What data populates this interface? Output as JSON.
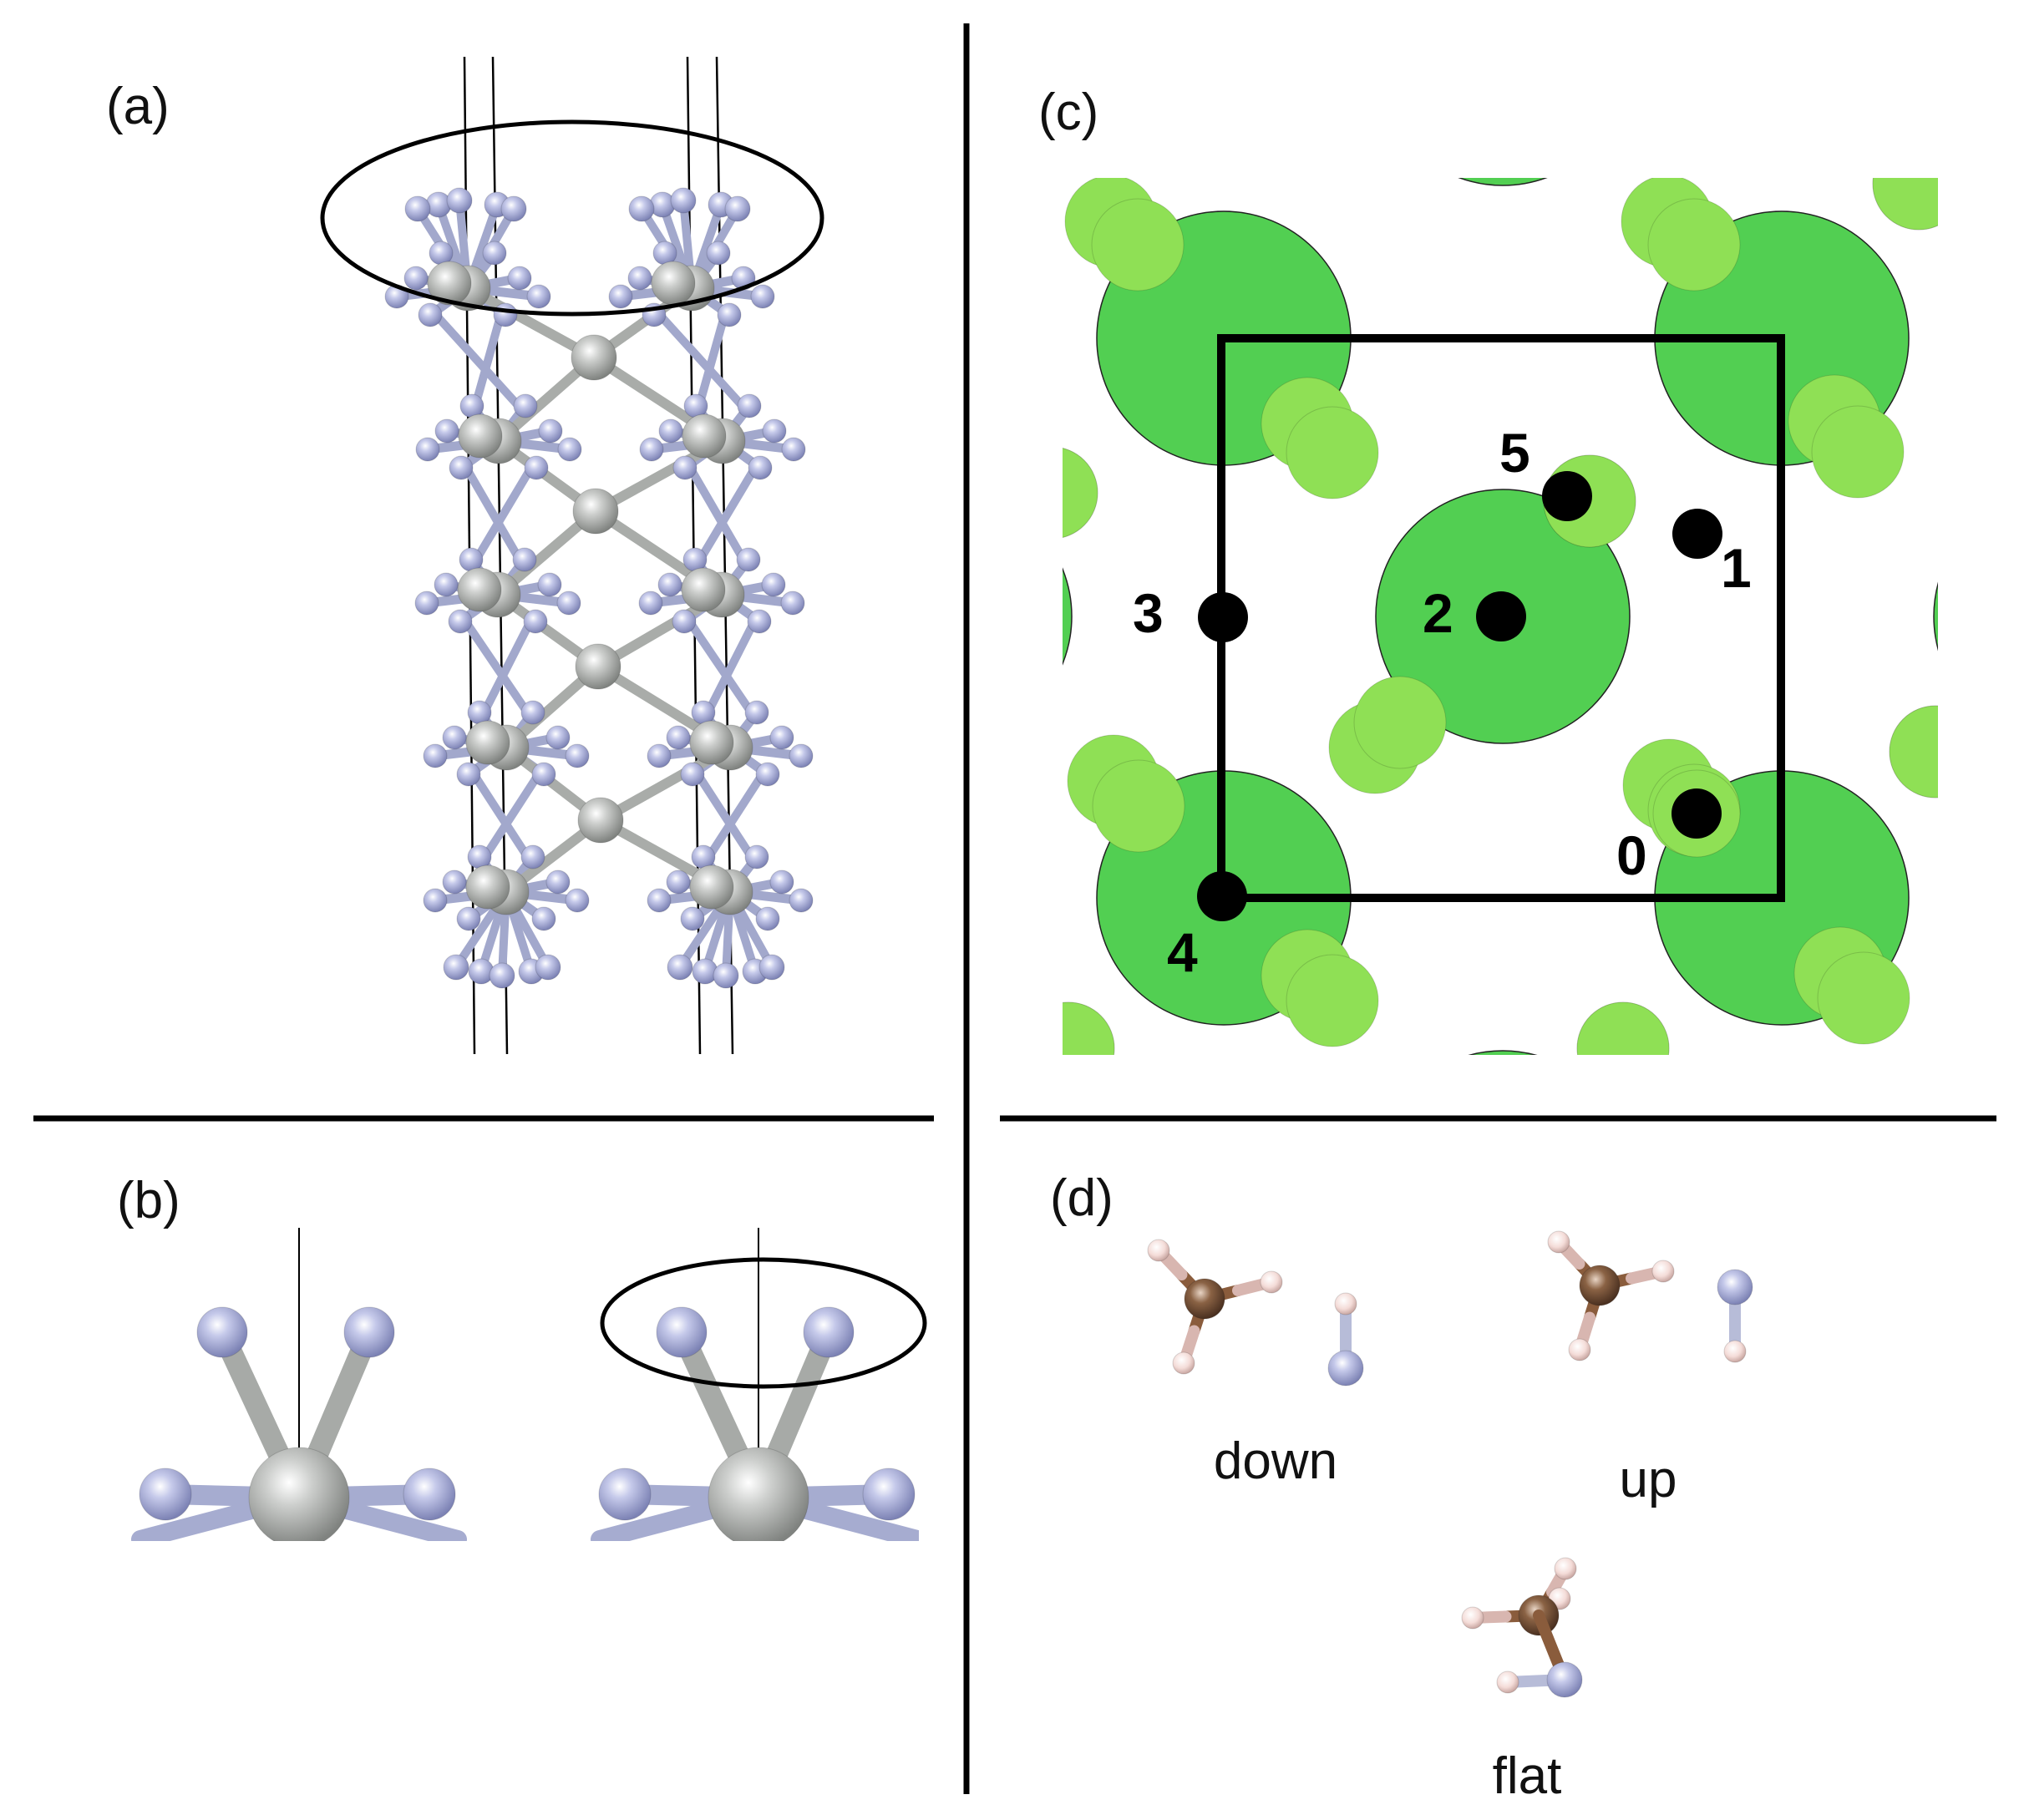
{
  "panels": {
    "a": {
      "label": "(a)"
    },
    "b": {
      "label": "(b)"
    },
    "c": {
      "label": "(c)",
      "sites": [
        "0",
        "1",
        "2",
        "3",
        "4",
        "5"
      ]
    },
    "d": {
      "label": "(d)",
      "configurations": [
        "down",
        "up",
        "flat"
      ]
    }
  },
  "colors": {
    "nitrogen": "#aab0d6",
    "metal": "#b8bab8",
    "large_atom": "#52cf52",
    "small_atom": "#8fe055",
    "carbon": "#7a5538",
    "hydrogen": "#f3d7d2",
    "divider": "#000000"
  }
}
